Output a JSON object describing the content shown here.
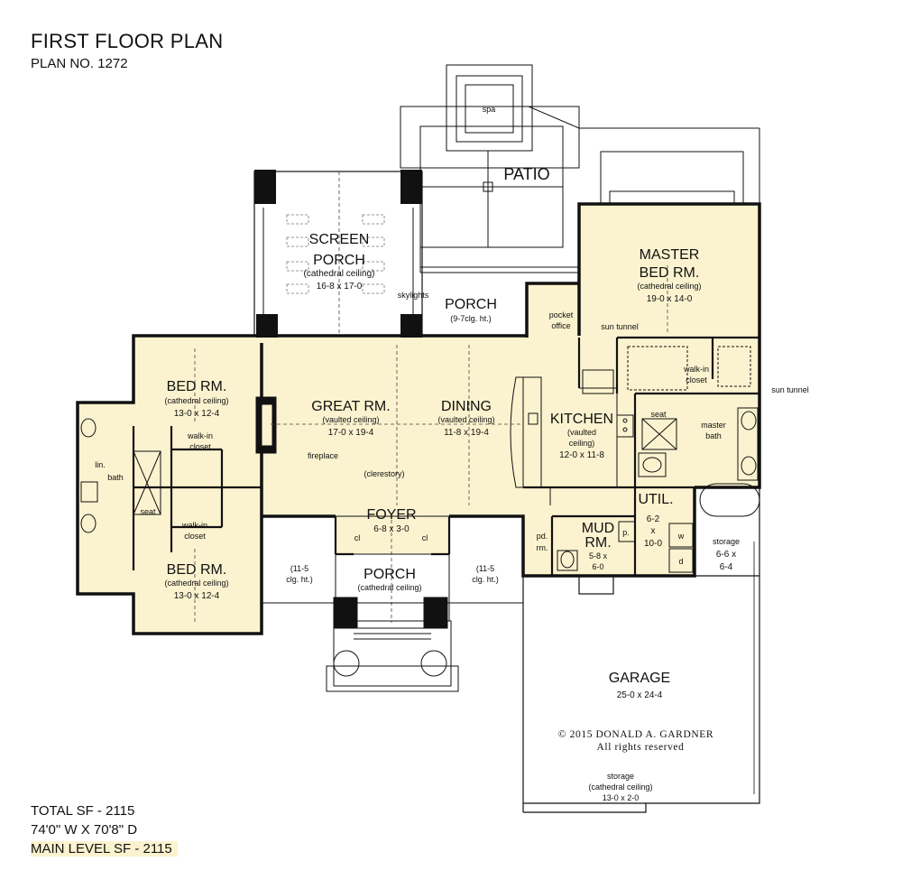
{
  "header": {
    "title": "FIRST FLOOR PLAN",
    "plan_no": "PLAN NO. 1272"
  },
  "stats": {
    "total_sf": "TOTAL SF - 2115",
    "dimensions": "74'0\" W X 70'8\" D",
    "main_level_sf": "MAIN LEVEL SF - 2115"
  },
  "rooms": {
    "spa": "spa",
    "patio": "PATIO",
    "screen_porch": {
      "name1": "SCREEN",
      "name2": "PORCH",
      "ceiling": "(cathedral ceiling)",
      "size": "16-8 x 17-0"
    },
    "skylights": "skylights",
    "rear_porch": {
      "name": "PORCH",
      "ceiling": "(9-7clg. ht.)"
    },
    "pocket_office": {
      "line1": "pocket",
      "line2": "office"
    },
    "master_bed": {
      "name1": "MASTER",
      "name2": "BED RM.",
      "ceiling": "(cathedral ceiling)",
      "size": "19-0 x 14-0"
    },
    "sun_tunnel_left": "sun tunnel",
    "sun_tunnel_right": "sun tunnel",
    "master_walk_in": {
      "line1": "walk-in",
      "line2": "closet"
    },
    "master_seat": "seat",
    "master_bath": {
      "line1": "master",
      "line2": "bath"
    },
    "bed_upper": {
      "name": "BED RM.",
      "ceiling": "(cathedral ceiling)",
      "size": "13-0 x 12-4"
    },
    "bed_lower": {
      "name": "BED RM.",
      "ceiling": "(cathedral ceiling)",
      "size": "13-0 x 12-4"
    },
    "walk_in_upper": {
      "line1": "walk-in",
      "line2": "closet"
    },
    "walk_in_lower": {
      "line1": "walk-in",
      "line2": "closet"
    },
    "lin": "lin.",
    "bath": "bath",
    "seat": "seat",
    "great_rm": {
      "name": "GREAT RM.",
      "ceiling": "(vaulted ceiling)",
      "size": "17-0 x 19-4"
    },
    "dining": {
      "name": "DINING",
      "ceiling": "(vaulted ceiling)",
      "size": "11-8 x 19-4"
    },
    "kitchen": {
      "name": "KITCHEN",
      "ceiling1": "(vaulted",
      "ceiling2": "ceiling)",
      "size": "12-0 x 11-8"
    },
    "fireplace": "fireplace",
    "clerestory": "(clerestory)",
    "util": {
      "name": "UTIL.",
      "size1": "6-2",
      "size2": "x",
      "size3": "10-0",
      "w": "w",
      "d": "d"
    },
    "foyer": {
      "name": "FOYER",
      "size": "6-8 x 3-0",
      "cl_left": "cl",
      "cl_right": "cl"
    },
    "front_porch": {
      "name": "PORCH",
      "ceiling": "(cathedral ceiling)"
    },
    "clg_left": {
      "line1": "(11-5",
      "line2": "clg. ht.)"
    },
    "clg_right": {
      "line1": "(11-5",
      "line2": "clg. ht.)"
    },
    "pd_rm": {
      "line1": "pd.",
      "line2": "rm."
    },
    "mud_rm": {
      "name1": "MUD",
      "name2": "RM.",
      "size1": "5-8 x",
      "size2": "6-0"
    },
    "p": "p.",
    "storage_right": {
      "line1": "storage",
      "line2": "6-6 x",
      "line3": "6-4"
    },
    "garage": {
      "name": "GARAGE",
      "size": "25-0 x 24-4"
    },
    "storage_bottom": {
      "line1": "storage",
      "line2": "(cathedral ceiling)",
      "line3": "13-0 x 2-0"
    }
  },
  "copyright": {
    "line1": "© 2015 DONALD A. GARDNER",
    "line2": "All rights reserved"
  },
  "colors": {
    "room_fill": "#fbf3cf",
    "wall": "#111111",
    "background": "#ffffff",
    "highlight": "#fbf3cf"
  }
}
